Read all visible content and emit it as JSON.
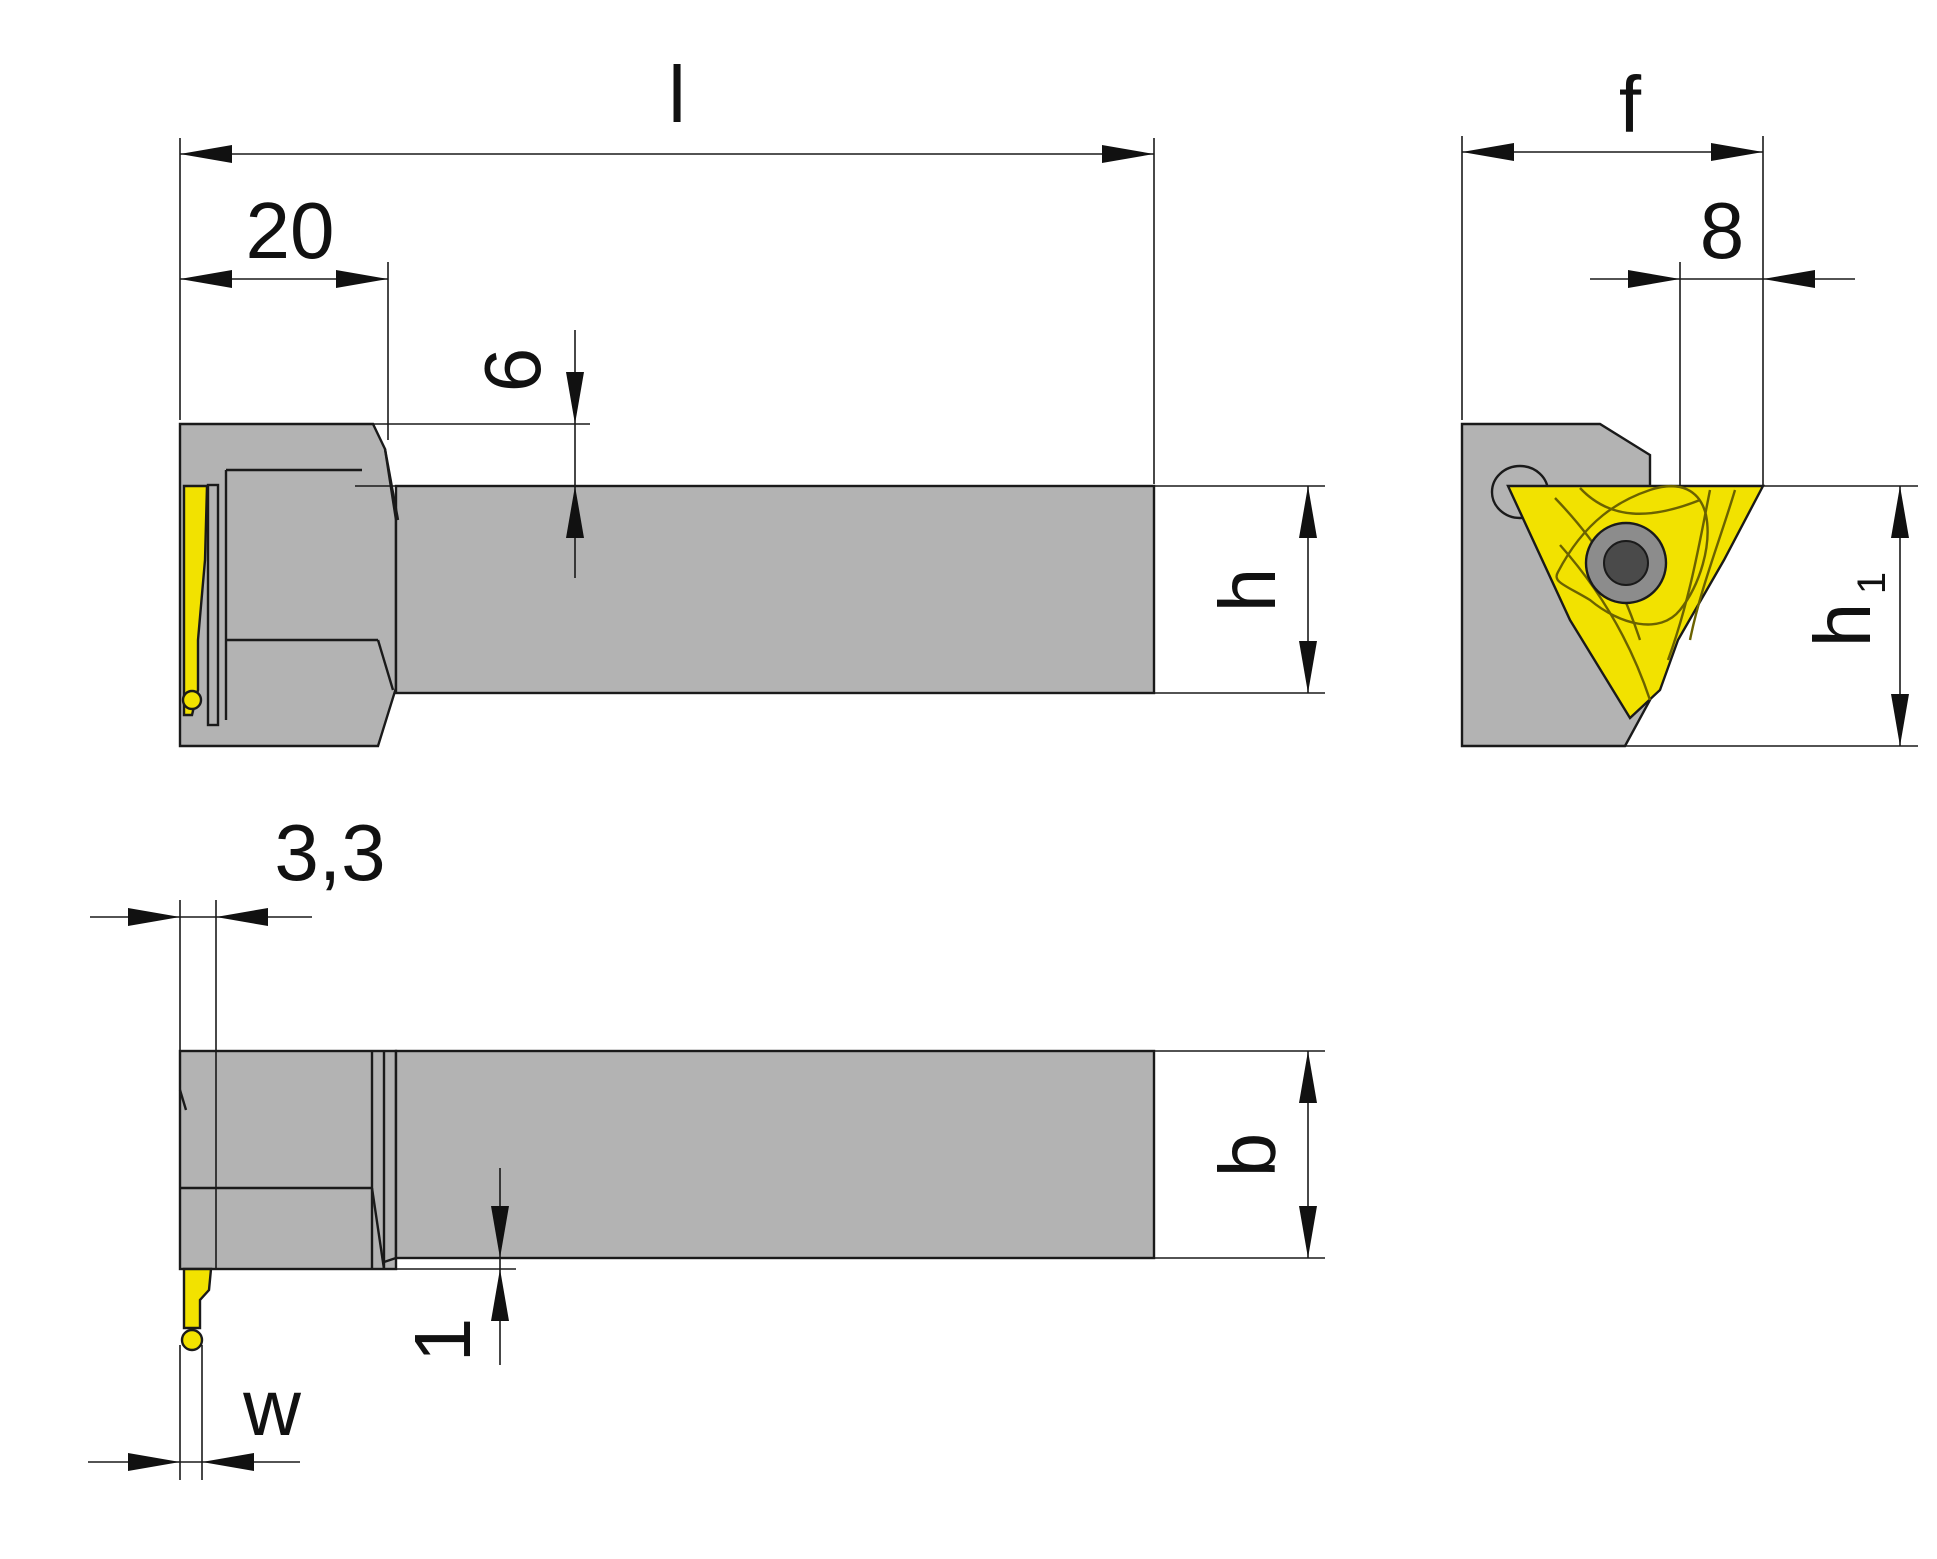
{
  "dimensions": {
    "length": "l",
    "head_length": "20",
    "step_offset": "6",
    "height": "h",
    "width_f": "f",
    "insert_offset": "8",
    "height_h1": "h",
    "height_h1_sub": "1",
    "tip_offset": "3,3",
    "body_width": "b",
    "edge_offset": "1",
    "cut_width": "w"
  },
  "colors": {
    "body": "#b3b3b3",
    "insert": "#f2e200",
    "line": "#1a1a1a"
  }
}
